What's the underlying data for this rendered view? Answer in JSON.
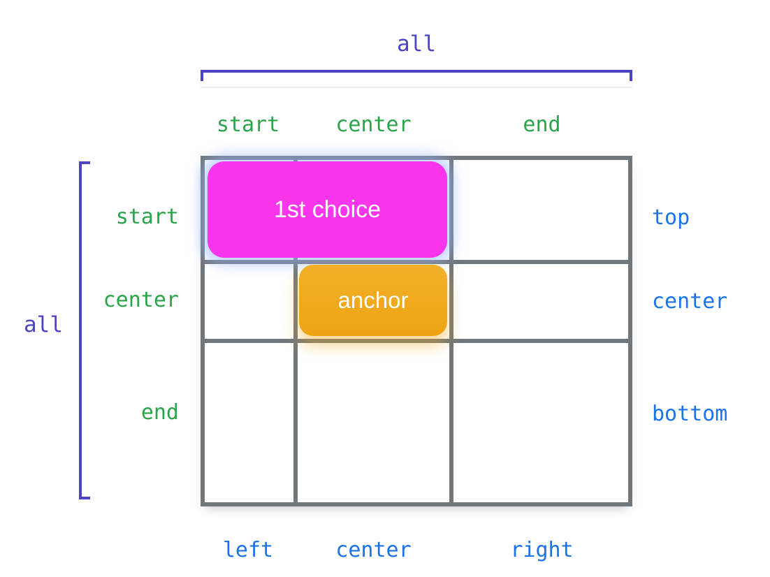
{
  "diagram": "anchor-positioning-fallback-grid",
  "top_axis": {
    "bracket_label": "all",
    "labels": [
      "start",
      "center",
      "end"
    ]
  },
  "left_axis": {
    "bracket_label": "all",
    "labels": [
      "start",
      "center",
      "end"
    ]
  },
  "right_axis": {
    "labels": [
      "top",
      "center",
      "bottom"
    ]
  },
  "bottom_axis": {
    "labels": [
      "left",
      "center",
      "right"
    ]
  },
  "boxes": {
    "first_choice": {
      "label": "1st choice"
    },
    "anchor": {
      "label": "anchor"
    }
  },
  "colors": {
    "bracket_indigo": "#4c44c4",
    "inset_axis_green": "#2aa44b",
    "physical_axis_blue": "#1a73e8",
    "grid_gray": "#72777c",
    "first_choice_magenta": "#fa35ec",
    "anchor_orange": "#efa81c",
    "faint_rule": "#e9eaf3",
    "box_text": "#ffffff"
  }
}
